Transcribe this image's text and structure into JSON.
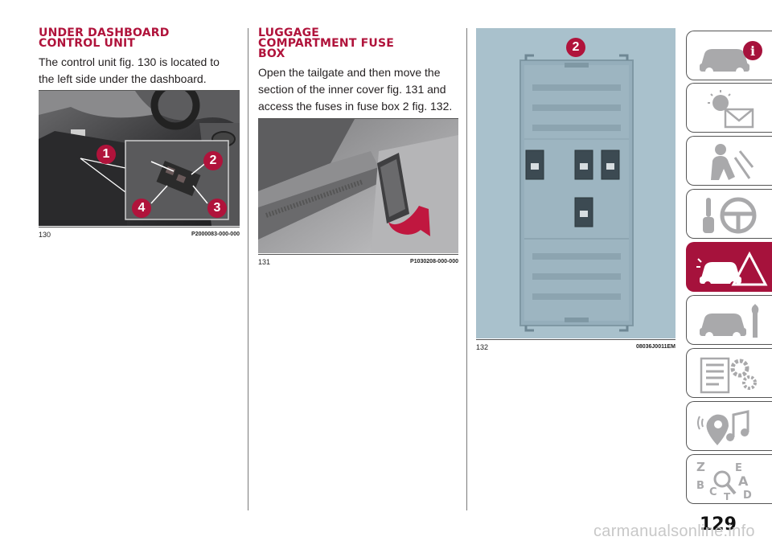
{
  "sections": {
    "dashboard": {
      "heading_line1": "UNDER DASHBOARD",
      "heading_line2": "CONTROL UNIT",
      "body_line1": "The control unit fig. 130 is located to",
      "body_line2": "the left side under the dashboard."
    },
    "luggage": {
      "heading_line1": "LUGGAGE",
      "heading_line2": "COMPARTMENT FUSE",
      "heading_line3": "BOX",
      "body_line1": "Open the tailgate and then move the",
      "body_line2": "section of the inner cover fig. 131 and",
      "body_line3": "access the fuses in fuse box 2 fig. 132."
    }
  },
  "figures": {
    "fig130": {
      "number": "130",
      "code": "P2000083-000-000",
      "callouts": [
        "1",
        "2",
        "3",
        "4"
      ]
    },
    "fig131": {
      "number": "131",
      "code": "P1030208-000-000"
    },
    "fig132": {
      "number": "132",
      "code": "08036J0011EM",
      "callout": "2"
    }
  },
  "side_tabs": [
    {
      "icon": "car-info-icon",
      "active": false
    },
    {
      "icon": "warning-lights-icon",
      "active": false
    },
    {
      "icon": "seat-safety-icon",
      "active": false
    },
    {
      "icon": "starting-driving-icon",
      "active": false
    },
    {
      "icon": "emergency-icon",
      "active": true
    },
    {
      "icon": "maintenance-icon",
      "active": false
    },
    {
      "icon": "technical-data-icon",
      "active": false
    },
    {
      "icon": "multimedia-icon",
      "active": false
    },
    {
      "icon": "index-icon",
      "active": false
    }
  ],
  "index_letters": [
    "Z",
    "E",
    "B",
    "A",
    "C",
    "D",
    "T"
  ],
  "page_number": "129",
  "watermark": "carmanualsonline.info",
  "colors": {
    "accent": "#b0133b",
    "tab_active": "#a6123c",
    "fuse_box": "#a9c1cc"
  }
}
